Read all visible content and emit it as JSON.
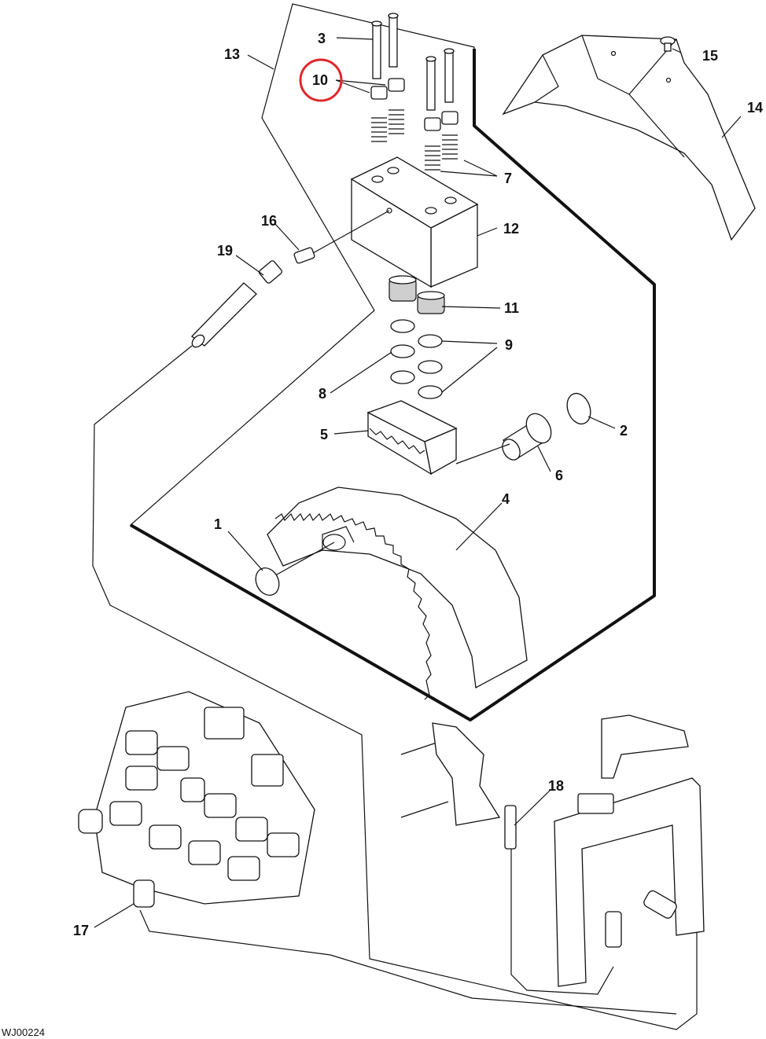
{
  "callouts": [
    {
      "id": "c1",
      "label": "1"
    },
    {
      "id": "c2",
      "label": "2"
    },
    {
      "id": "c3",
      "label": "3"
    },
    {
      "id": "c4",
      "label": "4"
    },
    {
      "id": "c5",
      "label": "5"
    },
    {
      "id": "c6",
      "label": "6"
    },
    {
      "id": "c7",
      "label": "7"
    },
    {
      "id": "c8",
      "label": "8"
    },
    {
      "id": "c9",
      "label": "9"
    },
    {
      "id": "c10",
      "label": "10"
    },
    {
      "id": "c11",
      "label": "11"
    },
    {
      "id": "c12",
      "label": "12"
    },
    {
      "id": "c13",
      "label": "13"
    },
    {
      "id": "c14",
      "label": "14"
    },
    {
      "id": "c15",
      "label": "15"
    },
    {
      "id": "c16",
      "label": "16"
    },
    {
      "id": "c17",
      "label": "17"
    },
    {
      "id": "c18",
      "label": "18"
    },
    {
      "id": "c19",
      "label": "19"
    }
  ],
  "highlighted_callout": "10",
  "highlight_color": "#e0262b",
  "figure_id": "WJ00224"
}
